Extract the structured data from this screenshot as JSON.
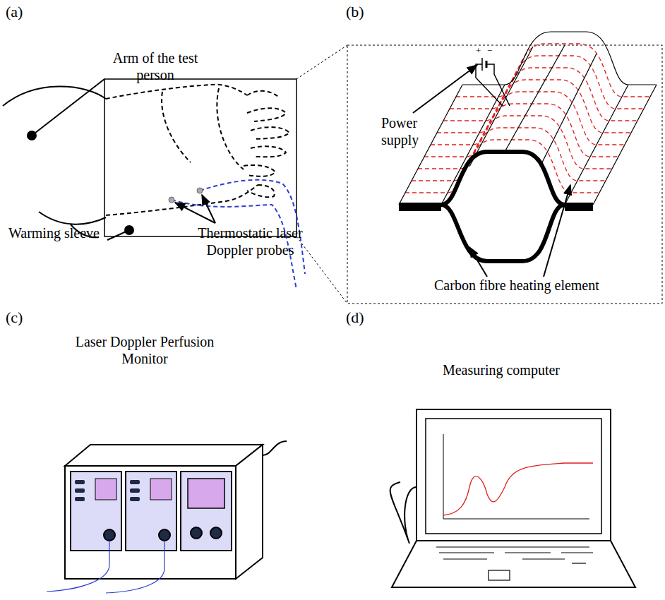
{
  "diagram": {
    "labels": [
      "(a)",
      "(b)",
      "Arm of the test person",
      "Warming sleeve",
      "Thermostatic laser Doppler probes",
      "+",
      "−",
      "Power supply",
      "Carbon fibre heating element",
      "(c)",
      "(d)",
      "Laser Doppler Perfusion Monitor",
      "Measuring computer"
    ]
  }
}
